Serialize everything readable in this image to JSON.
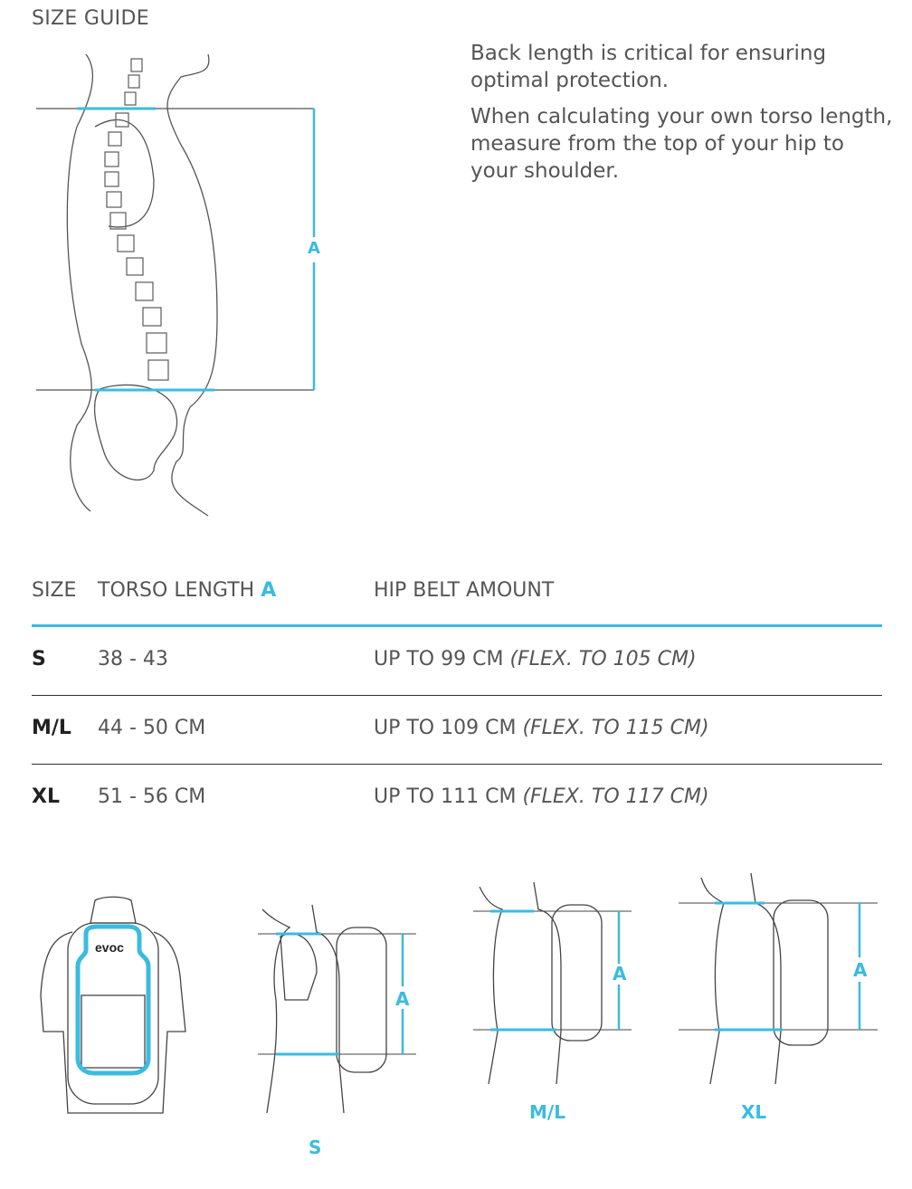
{
  "title": "SIZE GUIDE",
  "intro": [
    "Back length is critical for ensuring optimal protection.",
    "When calculating your own torso length, measure from the top of your hip to your shoulder."
  ],
  "diagram_marker": "A",
  "table": {
    "headers": {
      "size": "SIZE",
      "torso": "TORSO LENGTH",
      "torso_marker": "A",
      "hip": "HIP BELT AMOUNT"
    },
    "rows": [
      {
        "size": "S",
        "torso": "38 - 43",
        "hip": "UP TO 99 CM",
        "flex": "(FLEX. TO 105 CM)"
      },
      {
        "size": "M/L",
        "torso": "44 - 50 CM",
        "hip": "UP TO 109 CM",
        "flex": "(FLEX. TO 115 CM)"
      },
      {
        "size": "XL",
        "torso": "51 - 56 CM",
        "hip": "UP TO 111 CM",
        "flex": "(FLEX. TO 117 CM)"
      }
    ]
  },
  "backpack_logo": "evoc",
  "figures": [
    {
      "label": "S",
      "marker": "A"
    },
    {
      "label": "M/L",
      "marker": "A"
    },
    {
      "label": "XL",
      "marker": "A"
    }
  ],
  "colors": {
    "accent": "#3bbbe0",
    "text": "#555555"
  }
}
